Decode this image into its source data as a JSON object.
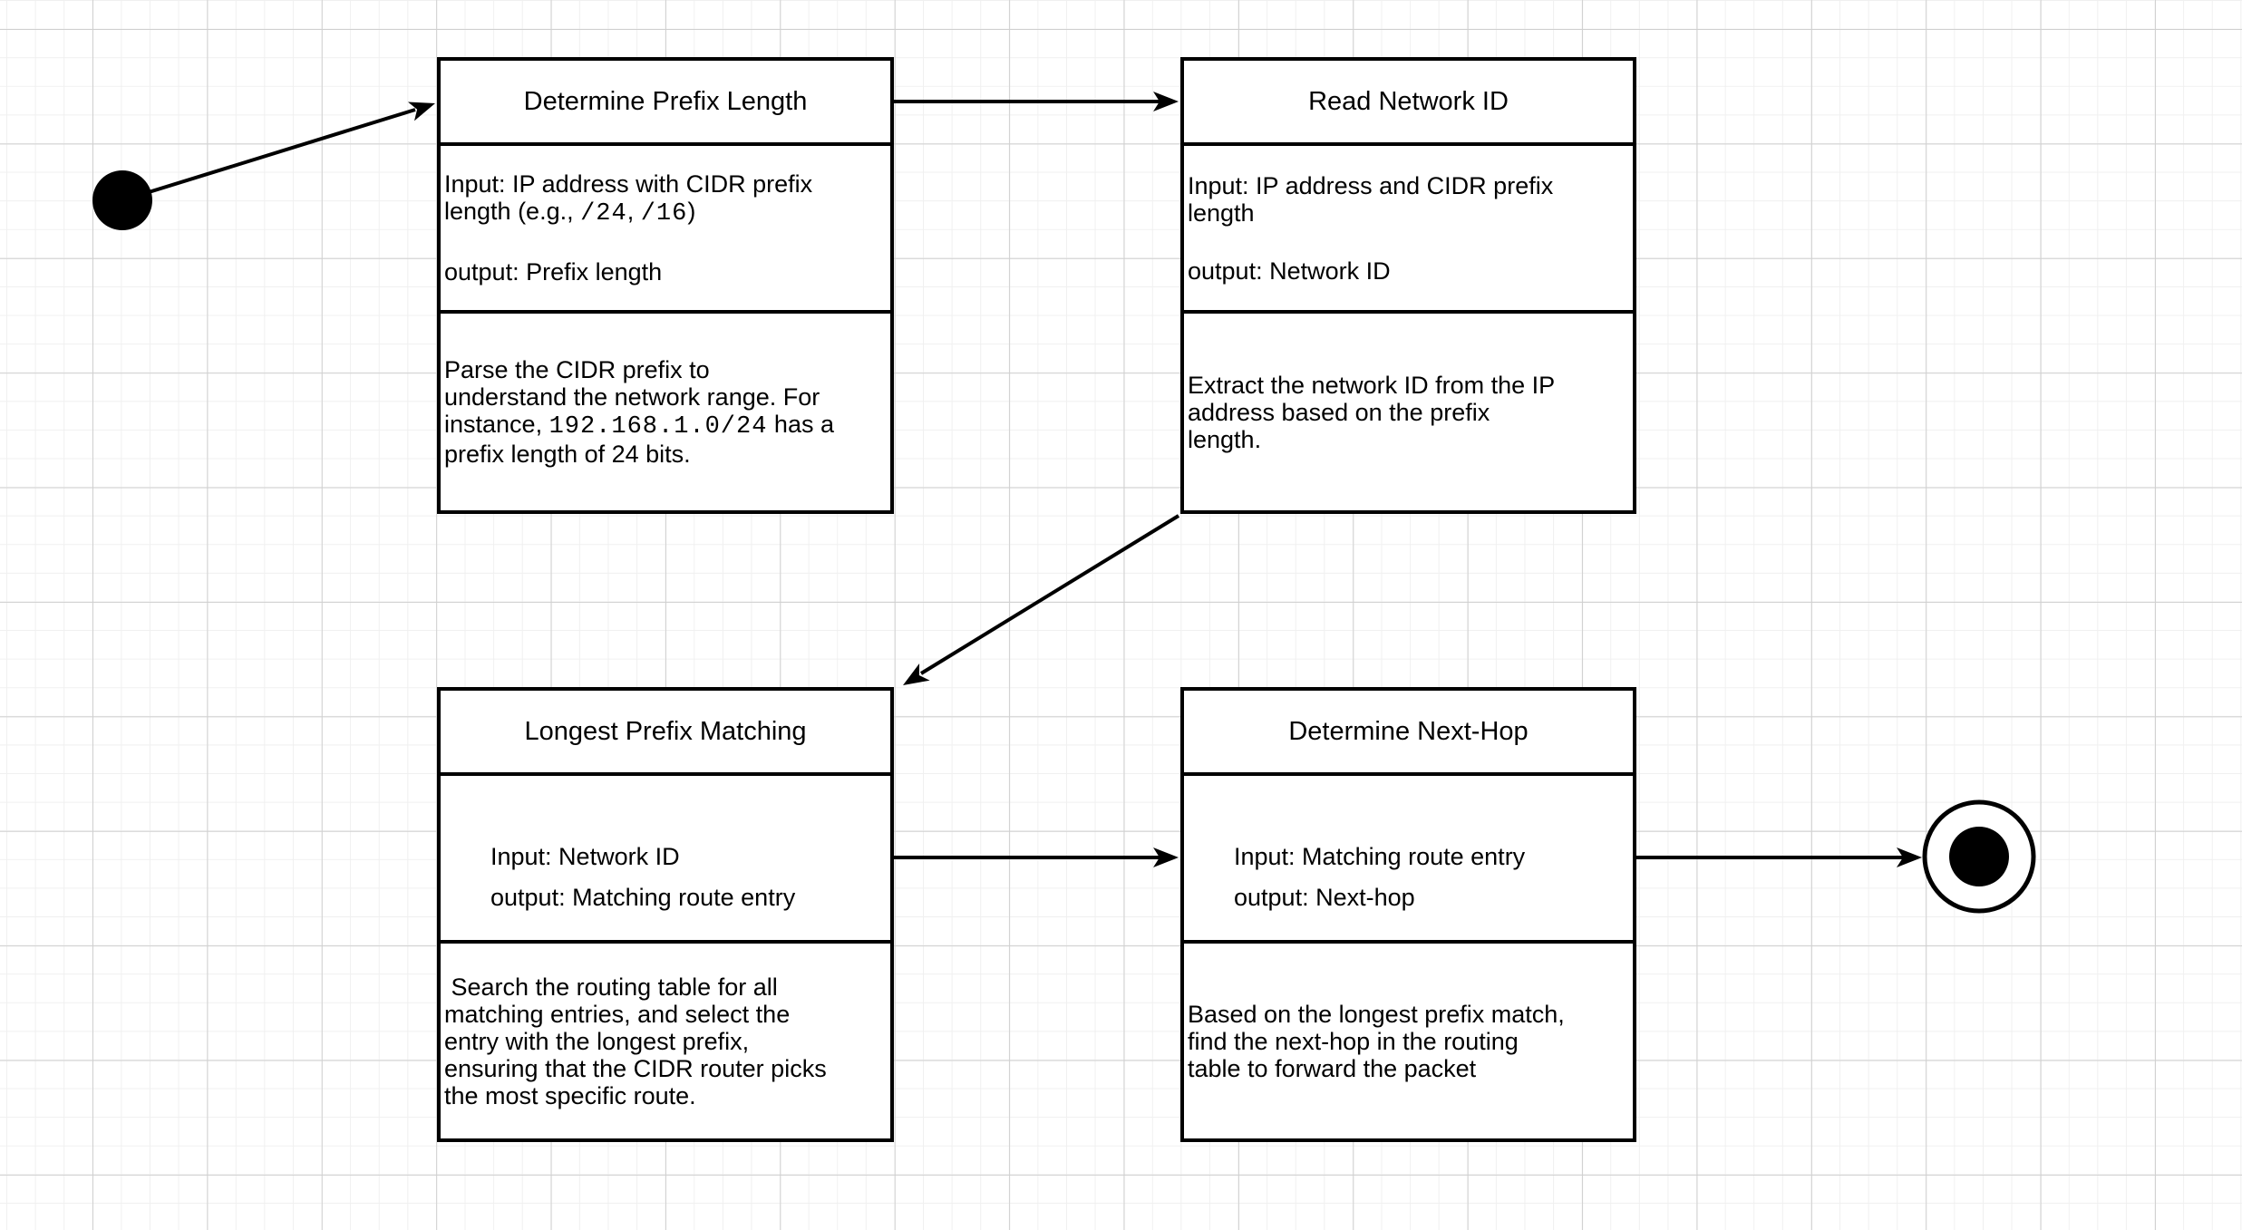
{
  "canvas": {
    "background": "#ffffff",
    "grid_minor_color": "#f0f0f0",
    "grid_major_color": "#d0d0d0",
    "stroke_color": "#000000"
  },
  "boxes": [
    {
      "id": "determine-prefix-length",
      "title": "Determine Prefix Length",
      "io": [
        "Input: IP address with CIDR prefix\nlength (e.g., `/24`, `/16`)",
        "output: Prefix length"
      ],
      "description": "Parse the CIDR prefix to\nunderstand the network range. For\ninstance, `192.168.1.0/24` has a\nprefix length of 24 bits."
    },
    {
      "id": "read-network-id",
      "title": "Read Network ID",
      "io": [
        "Input: IP address and CIDR prefix\nlength",
        "output: Network ID"
      ],
      "description": "Extract the network ID from the IP\naddress based on the prefix\nlength."
    },
    {
      "id": "longest-prefix-matching",
      "title": "Longest Prefix Matching",
      "io": [
        "Input: Network ID",
        "output: Matching route entry"
      ],
      "description": " Search the routing table for all\nmatching entries, and select the\nentry with the longest prefix,\nensuring that the CIDR router picks\nthe most specific route."
    },
    {
      "id": "determine-next-hop",
      "title": "Determine Next-Hop",
      "io": [
        "Input: Matching route entry",
        "output: Next-hop"
      ],
      "description": "Based on the longest prefix match,\nfind the next-hop in the routing\ntable to forward the packet"
    }
  ],
  "nodes": {
    "start": {
      "label": "initial-state"
    },
    "end": {
      "label": "final-state"
    }
  }
}
